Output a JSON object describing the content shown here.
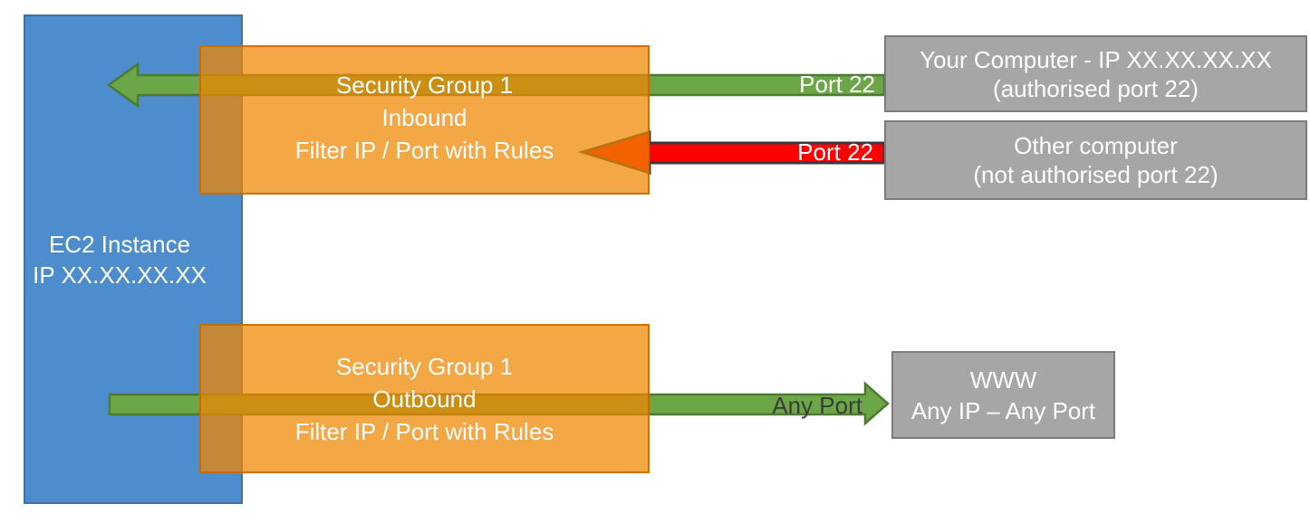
{
  "colors": {
    "ec2_blue": "#4D8CCD",
    "ec2_blue_border": "#41719C",
    "security_group_orange": "#F08600",
    "security_group_border": "#C66800",
    "allowed_green": "#6CA747",
    "allowed_green_border": "#4E7A33",
    "blocked_red": "#FE0000",
    "blocked_red_border": "#3A3A3A",
    "external_gray": "#A6A6A6",
    "external_gray_border": "#7C7C7C",
    "dark_label": "#3B3B3B"
  },
  "ec2": {
    "line1": "EC2 Instance",
    "line2": "IP XX.XX.XX.XX"
  },
  "inbound_group": {
    "line1": "Security Group 1",
    "line2": "Inbound",
    "line3": "Filter IP / Port with Rules"
  },
  "outbound_group": {
    "line1": "Security Group 1",
    "line2": "Outbound",
    "line3": "Filter IP / Port with Rules"
  },
  "your_computer": {
    "line1": "Your Computer - IP XX.XX.XX.XX",
    "line2": "(authorised port 22)"
  },
  "other_computer": {
    "line1": "Other computer",
    "line2": "(not authorised port 22)"
  },
  "www": {
    "line1": "WWW",
    "line2": "Any IP – Any Port"
  },
  "arrows": {
    "inbound_allowed_label": "Port 22",
    "inbound_blocked_label": "Port 22",
    "outbound_label": "Any Port"
  }
}
